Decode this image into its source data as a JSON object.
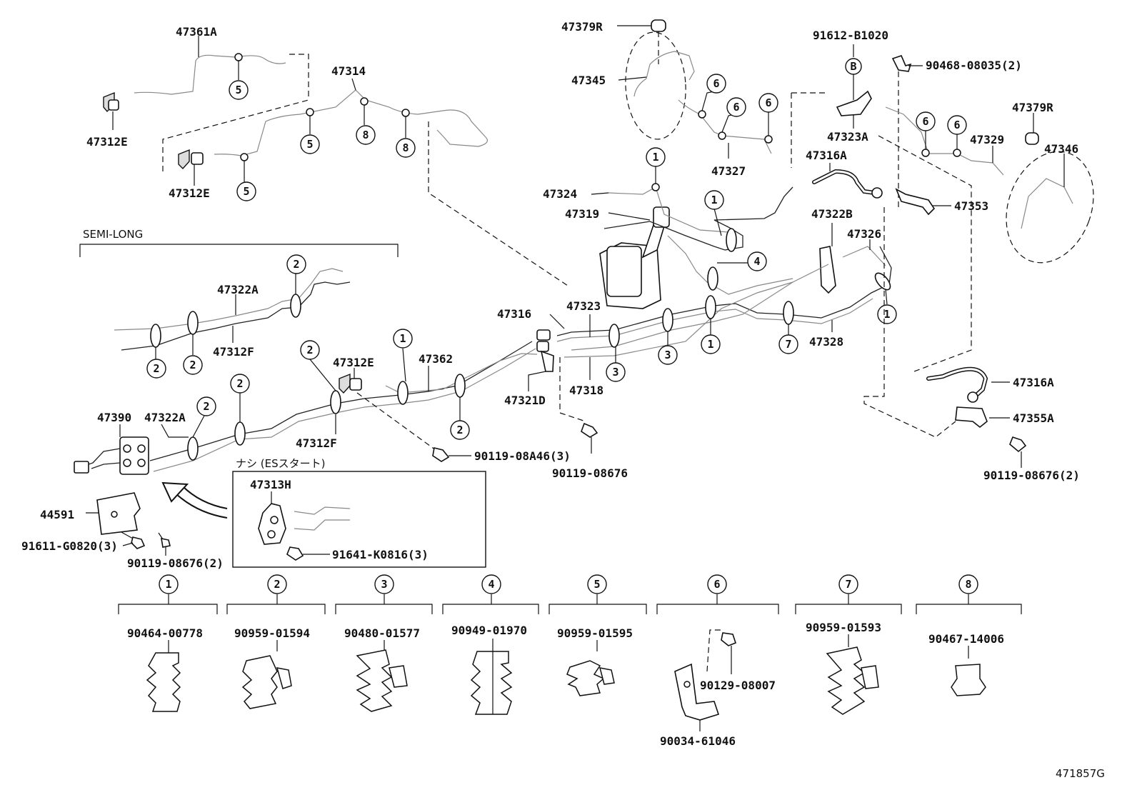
{
  "callouts": {
    "c47361A": "47361A",
    "c47312E_a": "47312E",
    "c47314": "47314",
    "c47312E_b": "47312E",
    "c47379R_a": "47379R",
    "c47345": "47345",
    "c91612": "91612-B1020",
    "c90468": "90468-08035(2)",
    "c47379R_b": "47379R",
    "c47346": "47346",
    "c47323A": "47323A",
    "c47329": "47329",
    "c47327": "47327",
    "c47316A_a": "47316A",
    "c47324": "47324",
    "c47319": "47319",
    "c47353": "47353",
    "c47322B": "47322B",
    "c47326": "47326",
    "c47322A_a": "47322A",
    "c47312F_a": "47312F",
    "c47316": "47316",
    "c47323": "47323",
    "c47328": "47328",
    "c47312E_c": "47312E",
    "c47362": "47362",
    "c47318": "47318",
    "c47321D": "47321D",
    "c47316A_b": "47316A",
    "c47355A": "47355A",
    "c47390": "47390",
    "c47322A_b": "47322A",
    "c47312F_b": "47312F",
    "c90119_A46": "90119-08A46(3)",
    "c90119_676a": "90119-08676",
    "c90119_676b": "90119-08676(2)",
    "c44591": "44591",
    "c91611": "91611-G0820(3)",
    "c90119_676c": "90119-08676(2)",
    "c47313H": "47313H",
    "c91641": "91641-K0816(3)",
    "semi_long": "SEMI-LONG",
    "box_note": "ナシ (ESスタート)",
    "fig_code": "471857G"
  },
  "clamps": [
    {
      "no": "1",
      "part": "90464-00778"
    },
    {
      "no": "2",
      "part": "90959-01594"
    },
    {
      "no": "3",
      "part": "90480-01577"
    },
    {
      "no": "4",
      "part": "90949-01970"
    },
    {
      "no": "5",
      "part": "90959-01595"
    },
    {
      "no": "6",
      "part": "90034-61046",
      "extra": "90129-08007"
    },
    {
      "no": "7",
      "part": "90959-01593"
    },
    {
      "no": "8",
      "part": "90467-14006"
    }
  ],
  "circle_refs": {
    "B": "B",
    "n1": "1",
    "n2": "2",
    "n3": "3",
    "n4": "4",
    "n5": "5",
    "n6": "6",
    "n7": "7",
    "n8": "8"
  }
}
